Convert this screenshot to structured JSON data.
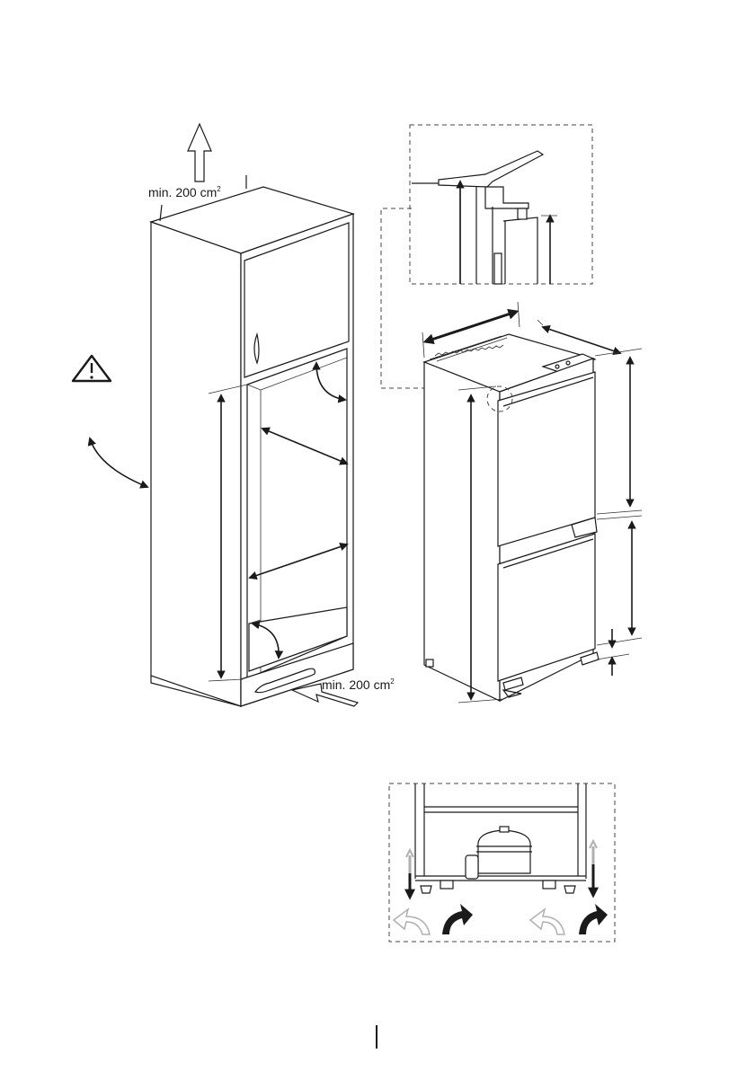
{
  "labels": {
    "vent_top": "min. 200 cm",
    "vent_bottom": "min. 200 cm",
    "unit_sup": "2"
  },
  "colors": {
    "line": "#1a1a1a",
    "hollow_arrow": "#b0b0b0",
    "background": "#ffffff"
  },
  "icons": {
    "warning": "warning-triangle-icon"
  }
}
